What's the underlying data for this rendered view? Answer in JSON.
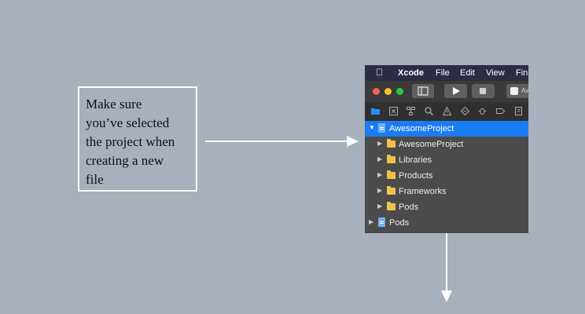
{
  "callout": {
    "lines": [
      "Make sure",
      "you’ve selected",
      "the project when",
      "creating a new",
      "file"
    ]
  },
  "menubar": {
    "app": "Xcode",
    "items": [
      "File",
      "Edit",
      "View",
      "Fin"
    ]
  },
  "toolbar": {
    "scheme_label": "Av"
  },
  "navigator": {
    "icons": [
      "folder-icon",
      "source-control-icon",
      "symbol-icon",
      "find-icon",
      "issue-icon",
      "test-icon",
      "debug-icon",
      "breakpoint-icon",
      "report-icon"
    ]
  },
  "tree": {
    "root": "AwesomeProject",
    "groups": [
      "AwesomeProject",
      "Libraries",
      "Products",
      "Frameworks",
      "Pods"
    ],
    "pods": "Pods"
  },
  "colors": {
    "background": "#a7b0bb",
    "selection": "#1a7cf5",
    "folder": "#f2c04a"
  }
}
